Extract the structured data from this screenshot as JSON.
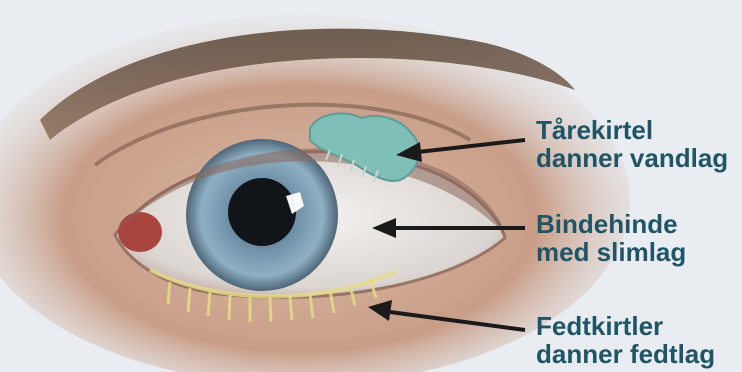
{
  "colors": {
    "background": "#e9edf1",
    "label_text": "#1f5566",
    "arrow": "#1a1a1a",
    "lacrimal_gland": "#7fbfb8",
    "iris": "#7a98ad",
    "meibomian_glands": "#e6dc86"
  },
  "labels": [
    {
      "line1": "Tårekirtel",
      "line2": "danner vandlag"
    },
    {
      "line1": "Bindehinde",
      "line2": "med slimlag"
    },
    {
      "line1": "Fedtkirtler",
      "line2": "danner fedtlag"
    }
  ]
}
